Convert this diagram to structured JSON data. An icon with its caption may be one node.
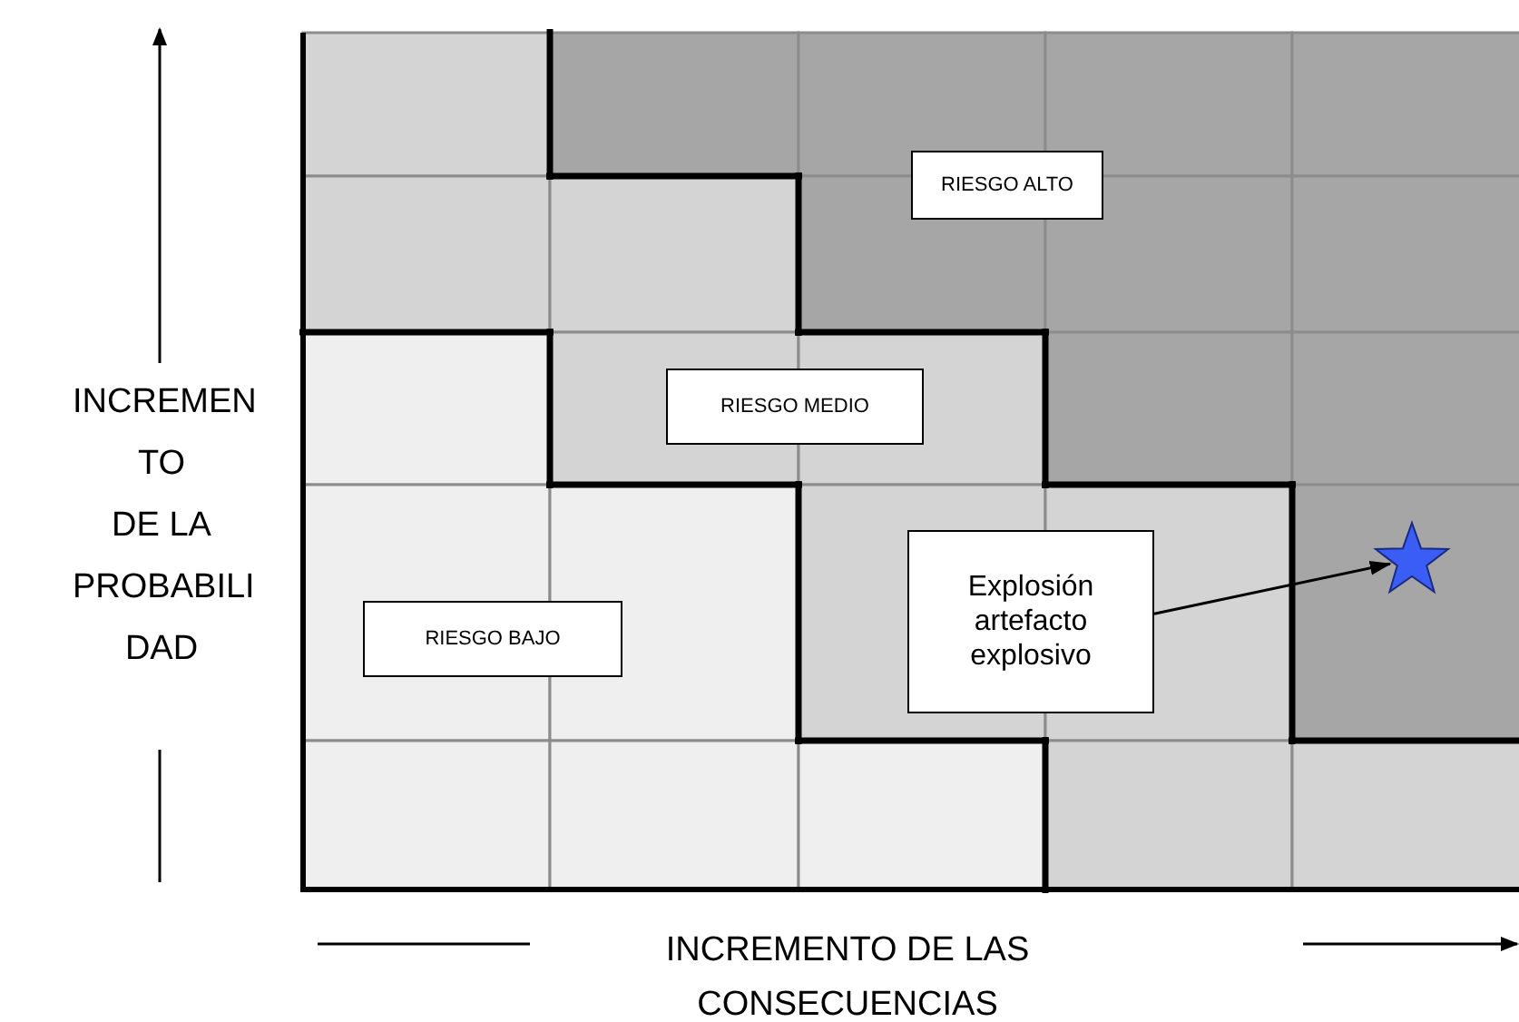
{
  "diagram": {
    "nodes": [
      {
        "text": [
          "RIESGO ALTO"
        ]
      },
      {
        "text": [
          "RIESGO MEDIO"
        ]
      },
      {
        "text": [
          "RIESGO BAJO"
        ]
      },
      {
        "text": [
          "Explosión artefacto explosivo"
        ]
      },
      {
        "text": [],
        "shape": "star"
      }
    ],
    "edges": [
      {
        "from": 3,
        "to": 4,
        "arrow": "to"
      }
    ],
    "labels": [
      "INCREMEN",
      "TO",
      "DE LA",
      "PROBABILI",
      "DAD",
      "INCREMENTO DE LAS CONSECUENCIAS"
    ]
  }
}
